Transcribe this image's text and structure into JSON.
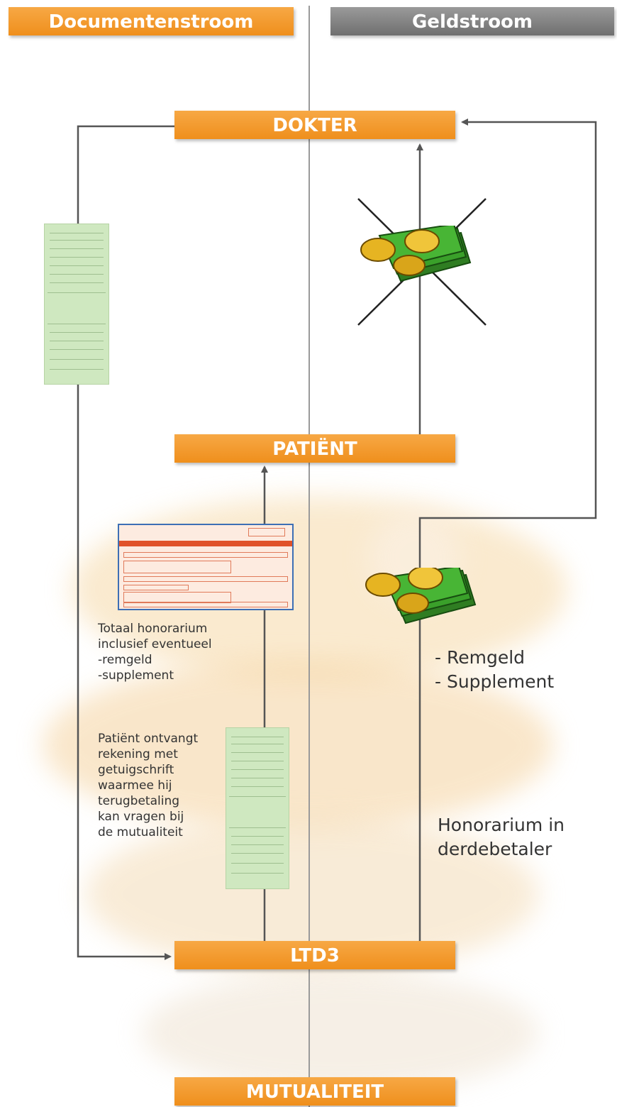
{
  "headers": {
    "document_flow": "Documentenstroom",
    "money_flow": "Geldstroom"
  },
  "nodes": {
    "dokter": "DOKTER",
    "patient": "PATIËNT",
    "ltd3": "LTD3",
    "mutualiteit": "MUTUALITEIT"
  },
  "notes": {
    "total_fee": [
      "Totaal honorarium",
      "inclusief eventueel",
      "-remgeld",
      "-supplement"
    ],
    "patient_receives": [
      "Patiënt ontvangt",
      "rekening met",
      "getuigschrift",
      "waarmee hij",
      "terugbetaling",
      "kan vragen bij",
      "de mutualiteit"
    ],
    "remgeld": [
      "- Remgeld",
      "- Supplement"
    ],
    "third_party": [
      "Honorarium in",
      "derdebetaler"
    ]
  },
  "colors": {
    "orange": "#f39a2c",
    "gray": "#808080",
    "money_green": "#3a9a2a",
    "coin_gold": "#e6b422"
  },
  "icons": {
    "money": "money-bills-coins-icon",
    "cross": "cross-out-icon",
    "certificate": "certificate-document-icon",
    "transfer_form": "transfer-form-icon"
  }
}
